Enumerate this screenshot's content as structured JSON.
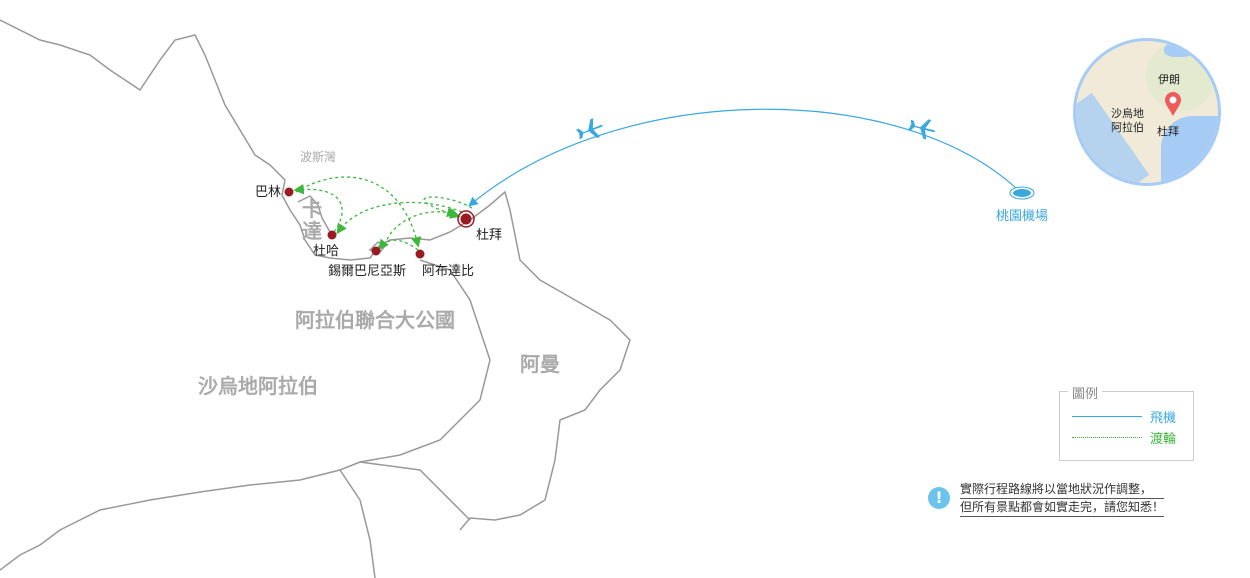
{
  "map": {
    "sea_label": "波斯灣",
    "countries": [
      "卡達",
      "阿拉伯聯合大公國",
      "阿曼",
      "沙烏地阿拉伯"
    ],
    "stops": [
      "巴林",
      "杜哈",
      "錫爾巴尼亞斯",
      "阿布達比",
      "杜拜"
    ],
    "origin": "桃園機場"
  },
  "inset": {
    "labels": [
      "伊朗",
      "沙烏地",
      "阿拉伯",
      "杜拜"
    ]
  },
  "legend": {
    "title": "圖例",
    "flight": "飛機",
    "ferry": "渡輪"
  },
  "colors": {
    "flight": "#3aa8e0",
    "ferry": "#3cb83c",
    "stop": "#9b1b22",
    "coast": "#999999"
  },
  "notice": {
    "line1": "實際行程路線將以當地狀況作調整，",
    "line2": "但所有景點都會如實走完，請您知悉！"
  }
}
